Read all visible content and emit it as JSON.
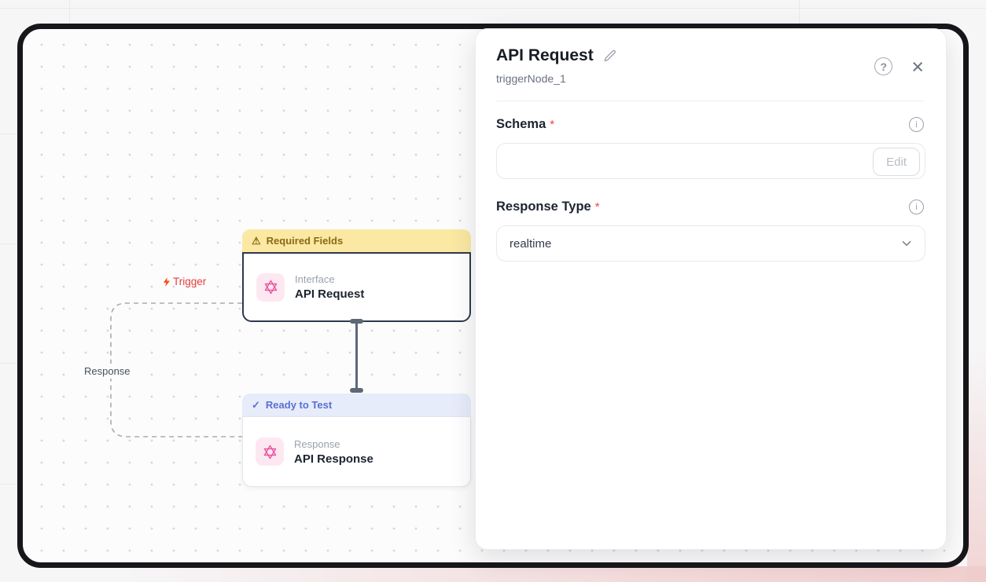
{
  "icons": {
    "warning": "⚠",
    "check": "✓",
    "close": "×",
    "help": "?"
  },
  "colors": {
    "accent_pink": "#ec4899",
    "warning_banner_bg": "#fbe8a3",
    "warning_banner_text": "#8a6a15",
    "ready_banner_bg": "#e7ecfb",
    "ready_banner_text": "#5b6fd0",
    "trigger_red": "#e53e3e",
    "required_red": "#ef4444",
    "connector_slate": "#5d6878"
  },
  "canvas": {
    "trigger_label": "Trigger",
    "edge_label": "Response",
    "nodes": [
      {
        "banner": "Required Fields",
        "category": "Interface",
        "title": "API Request"
      },
      {
        "banner": "Ready to Test",
        "category": "Response",
        "title": "API Response"
      }
    ]
  },
  "panel": {
    "title": "API Request",
    "subtitle": "triggerNode_1",
    "schema": {
      "label": "Schema",
      "required_mark": "*",
      "value": "",
      "edit_button": "Edit"
    },
    "response_type": {
      "label": "Response Type",
      "required_mark": "*",
      "value": "realtime"
    }
  }
}
